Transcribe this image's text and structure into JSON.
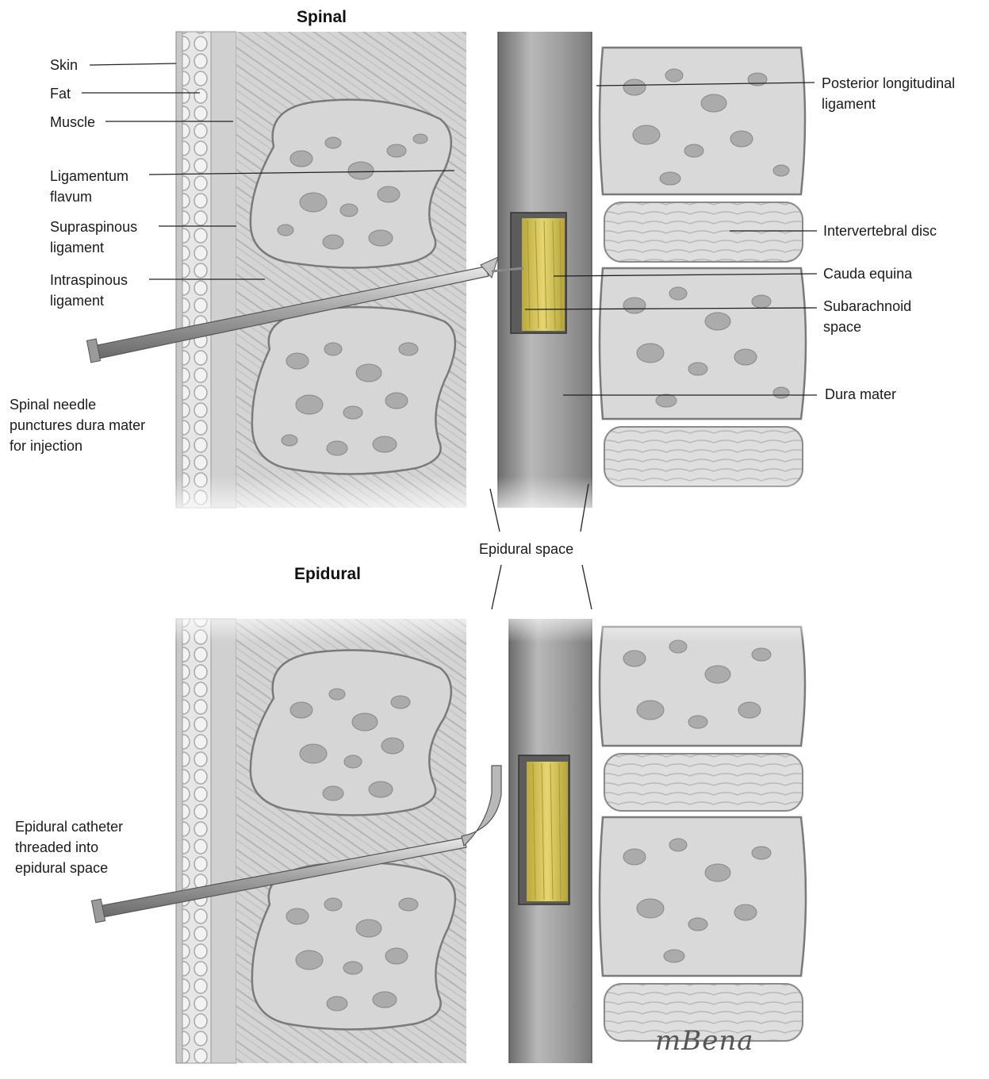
{
  "titles": {
    "spinal": "Spinal",
    "epidural": "Epidural"
  },
  "labels": {
    "skin": "Skin",
    "fat": "Fat",
    "muscle": "Muscle",
    "ligamentum_flavum": [
      "Ligamentum",
      "flavum"
    ],
    "supraspinous_ligament": [
      "Supraspinous",
      "ligament"
    ],
    "intraspinous_ligament": [
      "Intraspinous",
      "ligament"
    ],
    "spinal_needle": [
      "Spinal needle",
      "punctures dura mater",
      "for injection"
    ],
    "posterior_longitudinal_ligament": [
      "Posterior longitudinal",
      "ligament"
    ],
    "intervertebral_disc": "Intervertebral disc",
    "cauda_equina": "Cauda equina",
    "subarachnoid_space": [
      "Subarachnoid",
      "space"
    ],
    "dura_mater": "Dura mater",
    "epidural_space": "Epidural space",
    "epidural_catheter": [
      "Epidural catheter",
      "threaded into",
      "epidural space"
    ]
  },
  "signature": "mBena",
  "colors": {
    "bone_outline": "#8a8a8a",
    "bone_fill": "#d6d6d6",
    "cord": "#9a9a9a",
    "cauda_equina": "#d8c85a",
    "needle": "#a8a8a8",
    "leader": "#222222"
  }
}
